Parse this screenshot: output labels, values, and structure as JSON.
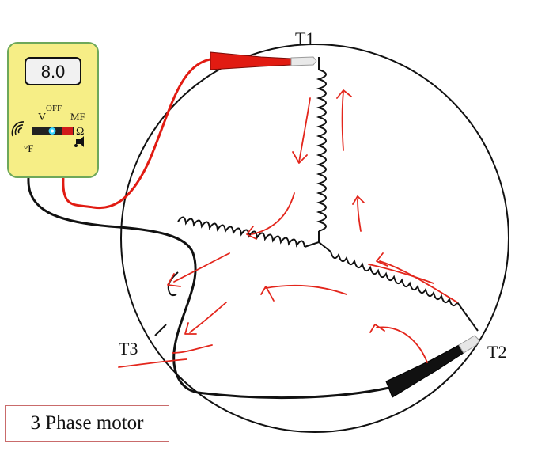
{
  "diagram": {
    "terminals": {
      "t1": "T1",
      "t2": "T2",
      "t3": "T3"
    },
    "caption": "3 Phase motor"
  },
  "meter": {
    "display_value": "8.0",
    "dial_labels": {
      "volts": "V",
      "off": "OFF",
      "mf": "MF",
      "ohm": "Ω",
      "fahrenheit": "°F"
    },
    "icons": [
      "wireless-icon",
      "continuity-icon"
    ],
    "colors": {
      "body": "#f6ee86",
      "border": "#6ea85a",
      "display_bg": "#f1f1f1"
    }
  },
  "probes": {
    "red_color": "#e11b12",
    "black_color": "#111111"
  },
  "annotation_color": "#e3261c",
  "colors": {
    "ink": "#111111"
  }
}
